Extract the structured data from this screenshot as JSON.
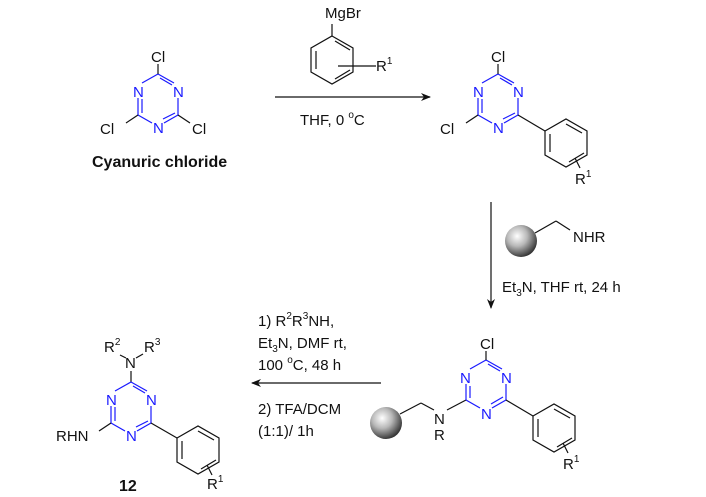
{
  "scheme": {
    "start_material": {
      "name": "Cyanuric chloride",
      "substituents": [
        "Cl",
        "Cl",
        "Cl"
      ],
      "ring_atoms": [
        "N",
        "N",
        "N"
      ]
    },
    "step1": {
      "reagent_group": "MgBr",
      "reagent_substituent": "R",
      "reagent_substituent_sup": "1",
      "conditions": "THF, 0 ",
      "conditions_sup": "o",
      "conditions_tail": "C"
    },
    "intermediate1": {
      "substituents": [
        "Cl",
        "Cl"
      ],
      "ring_atoms": [
        "N",
        "N",
        "N"
      ],
      "aryl_substituent": "R",
      "aryl_substituent_sup": "1"
    },
    "step2": {
      "resin_group": "NHR",
      "conditions_a": "Et",
      "conditions_sub": "3",
      "conditions_b": "N, THF rt, 24 h"
    },
    "intermediate2": {
      "substituent": "Cl",
      "ring_atoms": [
        "N",
        "N",
        "N"
      ],
      "linker_atom": "N",
      "linker_R": "R",
      "aryl_substituent": "R",
      "aryl_substituent_sup": "1"
    },
    "step3": {
      "line1_a": "1) R",
      "line1_sup1": "2",
      "line1_b": "R",
      "line1_sup2": "3",
      "line1_c": "NH,",
      "line2_a": "Et",
      "line2_sub": "3",
      "line2_b": "N, DMF rt,",
      "line3_a": "100 ",
      "line3_sup": "o",
      "line3_b": "C, 48 h",
      "line4": "2) TFA/DCM",
      "line5": "(1:1)/ 1h"
    },
    "product": {
      "compound_number": "12",
      "amine_R2": "R",
      "amine_R2_sup": "2",
      "amine_N": "N",
      "amine_R3": "R",
      "amine_R3_sup": "3",
      "ring_atoms": [
        "N",
        "N",
        "N"
      ],
      "left_group": "RHN",
      "aryl_substituent": "R",
      "aryl_substituent_sup": "1"
    }
  }
}
